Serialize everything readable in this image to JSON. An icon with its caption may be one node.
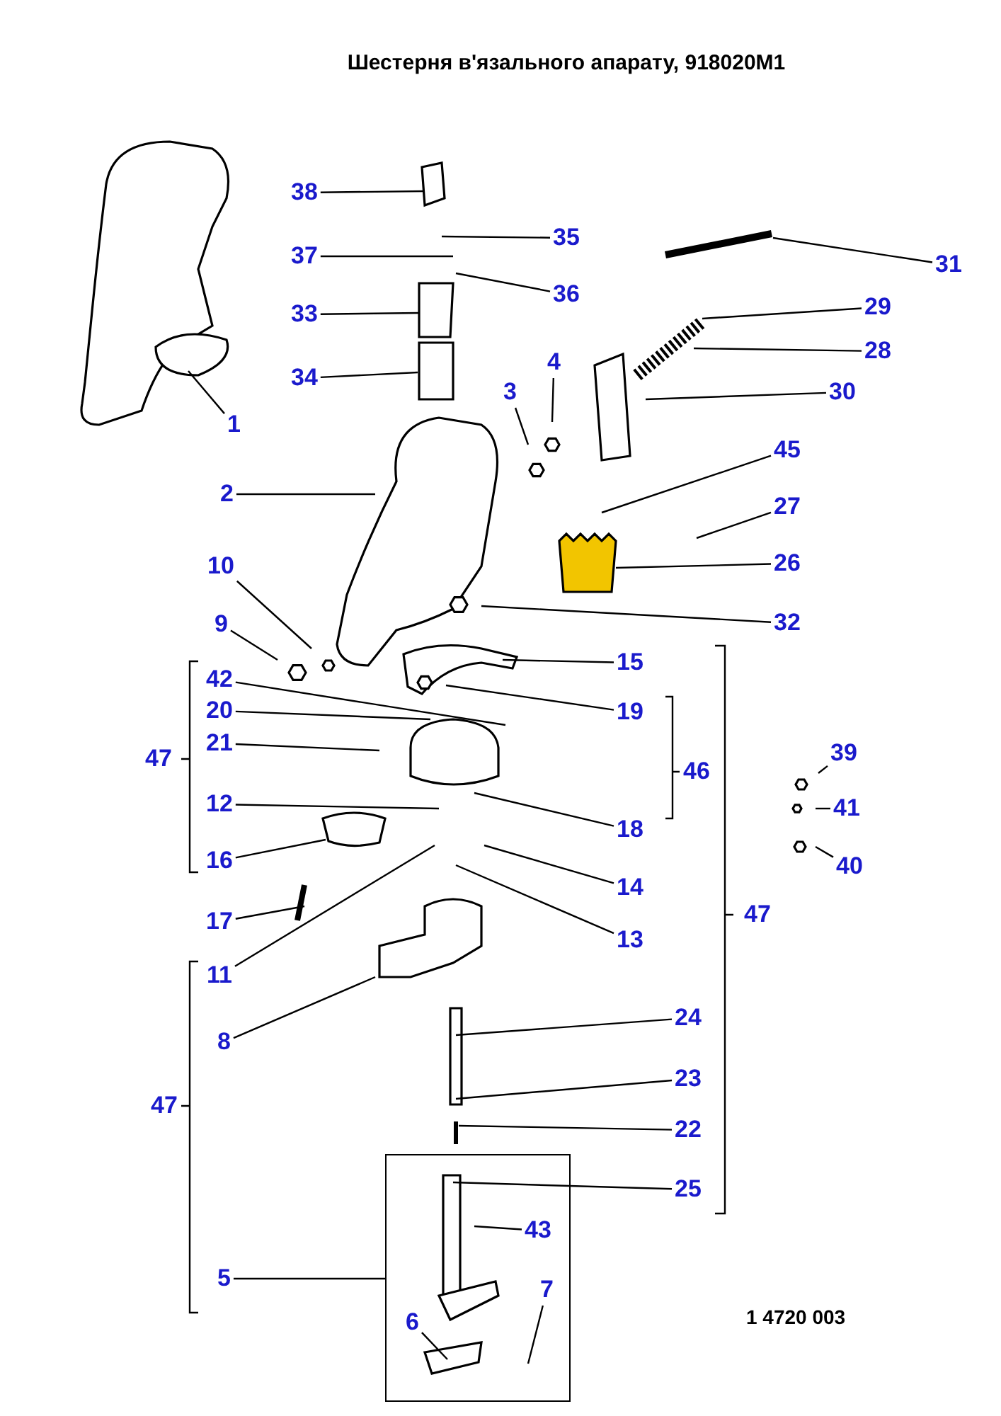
{
  "diagram": {
    "title": "Шестерня в'язального апарату, 918020M1",
    "nodes": [
      {
        "text": [
          "38"
        ]
      },
      {
        "text": [
          "35"
        ]
      },
      {
        "text": [
          "31"
        ]
      },
      {
        "text": [
          "37"
        ]
      },
      {
        "text": [
          "36"
        ]
      },
      {
        "text": [
          "29"
        ]
      },
      {
        "text": [
          "33"
        ]
      },
      {
        "text": [
          "28"
        ]
      },
      {
        "text": [
          "4"
        ]
      },
      {
        "text": [
          "34"
        ]
      },
      {
        "text": [
          "30"
        ]
      },
      {
        "text": [
          "3"
        ]
      },
      {
        "text": [
          "1"
        ]
      },
      {
        "text": [
          "45"
        ]
      },
      {
        "text": [
          "2"
        ]
      },
      {
        "text": [
          "27"
        ]
      },
      {
        "text": [
          "26"
        ]
      },
      {
        "text": [
          "10"
        ]
      },
      {
        "text": [
          "32"
        ]
      },
      {
        "text": [
          "9"
        ]
      },
      {
        "text": [
          "15"
        ]
      },
      {
        "text": [
          "42"
        ]
      },
      {
        "text": [
          "19"
        ]
      },
      {
        "text": [
          "20"
        ]
      },
      {
        "text": [
          "21"
        ]
      },
      {
        "text": [
          "39"
        ]
      },
      {
        "text": [
          "12"
        ]
      },
      {
        "text": [
          "41"
        ]
      },
      {
        "text": [
          "18"
        ]
      },
      {
        "text": [
          "40"
        ]
      },
      {
        "text": [
          "16"
        ]
      },
      {
        "text": [
          "14"
        ]
      },
      {
        "text": [
          "17"
        ]
      },
      {
        "text": [
          "13"
        ]
      },
      {
        "text": [
          "11"
        ]
      },
      {
        "text": [
          "8"
        ]
      },
      {
        "text": [
          "24"
        ]
      },
      {
        "text": [
          "23"
        ]
      },
      {
        "text": [
          "22"
        ]
      },
      {
        "text": [],
        "shape": "box"
      },
      {
        "text": [
          "25"
        ]
      },
      {
        "text": [
          "43"
        ],
        "in": 39
      },
      {
        "text": [
          "5"
        ]
      },
      {
        "text": [
          "7"
        ],
        "in": 39
      },
      {
        "text": [
          "6"
        ],
        "in": 39
      }
    ],
    "edges": [
      {
        "from": 0,
        "to": null,
        "arrow": "none"
      },
      {
        "from": 1,
        "to": null,
        "arrow": "none"
      },
      {
        "from": 2,
        "to": null,
        "arrow": "none"
      },
      {
        "from": 3,
        "to": null,
        "arrow": "none"
      },
      {
        "from": 4,
        "to": null,
        "arrow": "none"
      },
      {
        "from": 5,
        "to": null,
        "arrow": "none"
      },
      {
        "from": 6,
        "to": null,
        "arrow": "none"
      },
      {
        "from": 7,
        "to": null,
        "arrow": "none"
      },
      {
        "from": 8,
        "to": null,
        "arrow": "none"
      },
      {
        "from": 9,
        "to": null,
        "arrow": "none"
      },
      {
        "from": 10,
        "to": null,
        "arrow": "none"
      },
      {
        "from": 11,
        "to": null,
        "arrow": "none"
      },
      {
        "from": 12,
        "to": null,
        "arrow": "none"
      },
      {
        "from": 13,
        "to": null,
        "arrow": "none"
      },
      {
        "from": 14,
        "to": null,
        "arrow": "none"
      },
      {
        "from": 15,
        "to": null,
        "arrow": "none"
      },
      {
        "from": 16,
        "to": null,
        "arrow": "none"
      },
      {
        "from": 17,
        "to": null,
        "arrow": "none"
      },
      {
        "from": 18,
        "to": null,
        "arrow": "none"
      },
      {
        "from": 19,
        "to": null,
        "arrow": "none"
      },
      {
        "from": 20,
        "to": null,
        "arrow": "none"
      },
      {
        "from": 21,
        "to": null,
        "arrow": "none"
      },
      {
        "from": 22,
        "to": null,
        "arrow": "none"
      },
      {
        "from": 23,
        "to": null,
        "arrow": "none"
      },
      {
        "from": 24,
        "to": null,
        "arrow": "none"
      },
      {
        "from": 25,
        "to": null,
        "arrow": "none"
      },
      {
        "from": 26,
        "to": null,
        "arrow": "none"
      },
      {
        "from": 27,
        "to": null,
        "arrow": "none"
      },
      {
        "from": 28,
        "to": null,
        "arrow": "none"
      },
      {
        "from": 29,
        "to": null,
        "arrow": "none"
      },
      {
        "from": 30,
        "to": null,
        "arrow": "none"
      },
      {
        "from": 31,
        "to": null,
        "arrow": "none"
      },
      {
        "from": 32,
        "to": null,
        "arrow": "none"
      },
      {
        "from": 33,
        "to": null,
        "arrow": "none"
      },
      {
        "from": 34,
        "to": null,
        "arrow": "none"
      },
      {
        "from": 35,
        "to": null,
        "arrow": "none"
      },
      {
        "from": 36,
        "to": null,
        "arrow": "none"
      },
      {
        "from": 37,
        "to": null,
        "arrow": "none"
      },
      {
        "from": 38,
        "to": null,
        "arrow": "none"
      },
      {
        "from": 40,
        "to": null,
        "arrow": "none"
      },
      {
        "from": 41,
        "to": null,
        "arrow": "none"
      },
      {
        "from": 42,
        "to": 39,
        "arrow": "none"
      },
      {
        "from": 43,
        "to": null,
        "arrow": "none"
      },
      {
        "from": 44,
        "to": null,
        "arrow": "none"
      }
    ],
    "labels": [
      "47",
      "46",
      "47",
      "47",
      "1 4720 003"
    ]
  }
}
